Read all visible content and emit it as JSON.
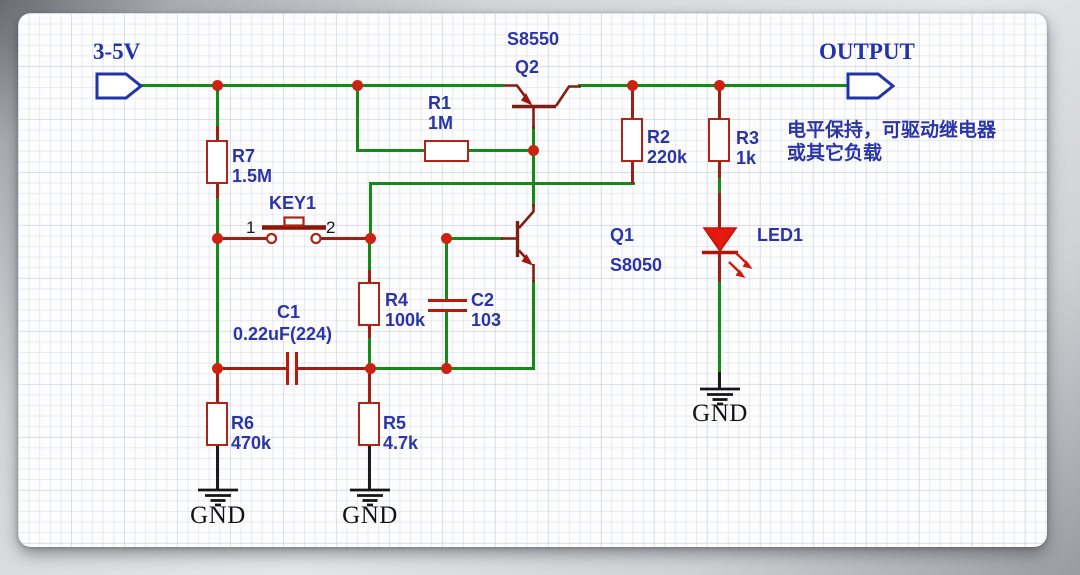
{
  "ports": {
    "input": "3-5V",
    "output": "OUTPUT"
  },
  "annotation": {
    "line1": "电平保持，可驱动继电器",
    "line2": "或其它负载"
  },
  "components": {
    "r1": {
      "ref": "R1",
      "value": "1M"
    },
    "r2": {
      "ref": "R2",
      "value": "220k"
    },
    "r3": {
      "ref": "R3",
      "value": "1k"
    },
    "r4": {
      "ref": "R4",
      "value": "100k"
    },
    "r5": {
      "ref": "R5",
      "value": "4.7k"
    },
    "r6": {
      "ref": "R6",
      "value": "470k"
    },
    "r7": {
      "ref": "R7",
      "value": "1.5M"
    },
    "c1": {
      "ref": "C1",
      "value": "0.22uF(224)"
    },
    "c2": {
      "ref": "C2",
      "value": "103"
    },
    "q1": {
      "ref": "Q1",
      "part": "S8050"
    },
    "q2": {
      "ref": "Q2",
      "part": "S8550"
    },
    "key1": {
      "ref": "KEY1",
      "pin1": "1",
      "pin2": "2"
    },
    "led1": {
      "ref": "LED1"
    }
  },
  "ground_label": "GND",
  "colors": {
    "wire": "#168a16",
    "component_outline": "#b02418",
    "junction_dot": "#cc2211",
    "label_text": "#2b35a8",
    "led_fill": "#e41a0c",
    "connector": "#2233a8"
  }
}
